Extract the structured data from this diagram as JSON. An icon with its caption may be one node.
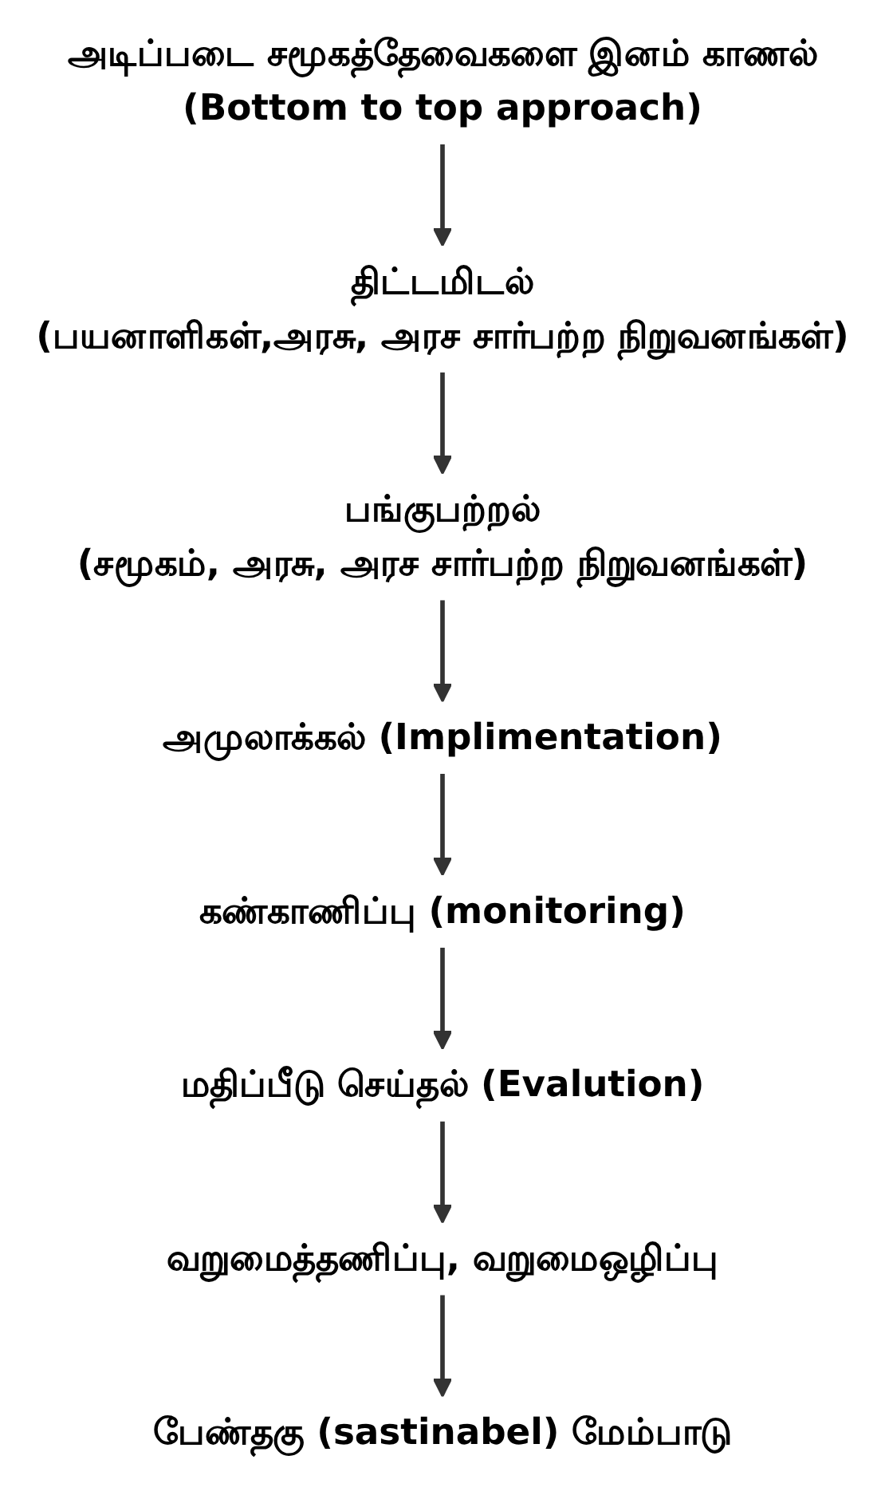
{
  "diagram": {
    "nodes": [
      {
        "text": [
          "அடிப்படை சமூகத்தேவைகளை இனம் காணல்",
          "(Bottom to top approach)"
        ]
      },
      {
        "text": [
          "திட்டமிடல்",
          "(பயனாளிகள்,அரசு, அரச சார்பற்ற நிறுவனங்கள்)"
        ]
      },
      {
        "text": [
          "பங்குபற்றல்",
          "(சமூகம், அரசு, அரச சார்பற்ற நிறுவனங்கள்)"
        ]
      },
      {
        "text": [
          "அமுலாக்கல் (Implimentation)"
        ]
      },
      {
        "text": [
          "கண்காணிப்பு (monitoring)"
        ]
      },
      {
        "text": [
          "மதிப்பீடு செய்தல் (Evalution)"
        ]
      },
      {
        "text": [
          "வறுமைத்தணிப்பு, வறுமைஒழிப்பு"
        ]
      },
      {
        "text": [
          "பேண்தகு (sastinabel) மேம்பாடு"
        ]
      }
    ],
    "edges": [
      {
        "from": 0,
        "to": 1,
        "arrow": "to"
      },
      {
        "from": 1,
        "to": 2,
        "arrow": "to"
      },
      {
        "from": 2,
        "to": 3,
        "arrow": "to"
      },
      {
        "from": 3,
        "to": 4,
        "arrow": "to"
      },
      {
        "from": 4,
        "to": 5,
        "arrow": "to"
      },
      {
        "from": 5,
        "to": 6,
        "arrow": "to"
      },
      {
        "from": 6,
        "to": 7,
        "arrow": "to"
      }
    ]
  }
}
